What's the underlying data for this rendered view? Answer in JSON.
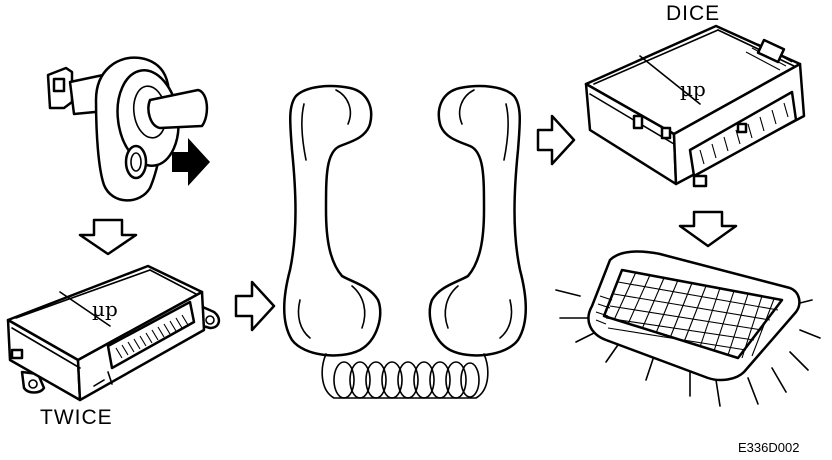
{
  "labels": {
    "dice": "DICE",
    "twice": "TWICE",
    "microprocessor_left": "µp",
    "microprocessor_right": "µp",
    "figure_code": "E336D002"
  },
  "icons": [
    "ignition-switch-icon",
    "arrow-down-icon",
    "arrow-right-icon",
    "control-module-icon",
    "telephone-handset-icon",
    "coiled-cord-icon",
    "display-panel-icon"
  ],
  "colors": {
    "ink": "#000000",
    "paper": "#ffffff"
  }
}
